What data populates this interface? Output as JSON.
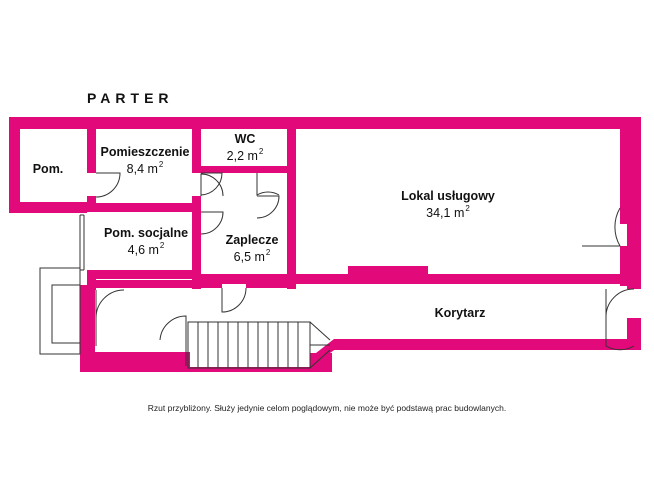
{
  "title": "PARTER",
  "accent_color": "#e2097a",
  "rooms": [
    {
      "id": "pom",
      "name": "Pom.",
      "area": "",
      "unit": ""
    },
    {
      "id": "pomieszczenie",
      "name": "Pomieszczenie",
      "area": "8,4 m",
      "unit": "2"
    },
    {
      "id": "wc",
      "name": "WC",
      "area": "2,2 m",
      "unit": "2"
    },
    {
      "id": "lokal",
      "name": "Lokal usługowy",
      "area": "34,1 m",
      "unit": "2"
    },
    {
      "id": "socjalne",
      "name": "Pom. socjalne",
      "area": "4,6 m",
      "unit": "2"
    },
    {
      "id": "zaplecze",
      "name": "Zaplecze",
      "area": "6,5 m",
      "unit": "2"
    },
    {
      "id": "korytarz",
      "name": "Korytarz",
      "area": "",
      "unit": ""
    }
  ],
  "note": "Rzut przybliżony. Służy jedynie celom poglądowym, nie może być podstawą prac budowlanych."
}
